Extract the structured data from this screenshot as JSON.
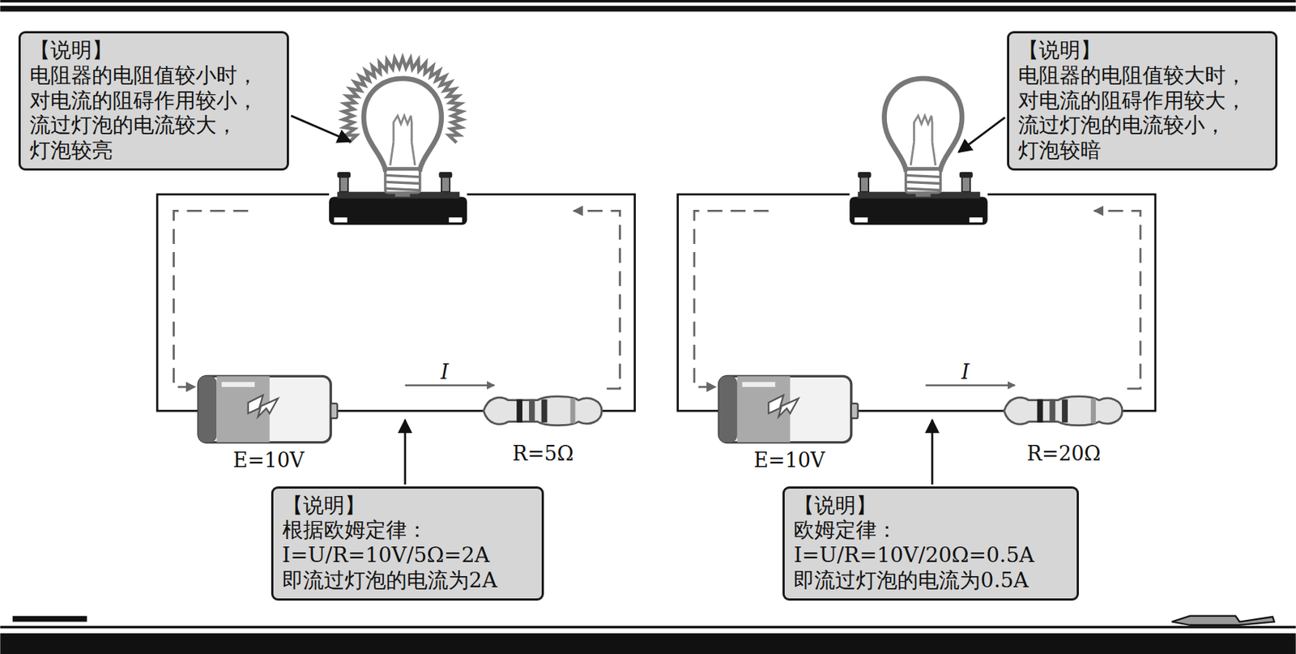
{
  "diagram": {
    "nodes": [
      {
        "text": [
          "【说明】",
          "电阻器的电阻值较小时， 对电流的阻碍作用较小， 流过灯泡的电流较大， 灯泡较亮"
        ]
      },
      {
        "text": [
          "【说明】",
          "电阻器的电阻值较大时， 对电流的阻碍作用较大， 流过灯泡的电流较小， 灯泡较暗"
        ]
      },
      {
        "text": [
          "【说明】",
          "根据欧姆定律： I=U/R=10V/5Ω=2A 即流过灯泡的电流为2A"
        ]
      },
      {
        "text": [
          "【说明】",
          "欧姆定律： I=U/R=10V/20Ω=0.5A 即流过灯泡的电流为0.5A"
        ]
      }
    ],
    "labels": [
      "I",
      "E=10V",
      "R=5Ω",
      "I",
      "E=10V",
      "R=20Ω"
    ]
  }
}
